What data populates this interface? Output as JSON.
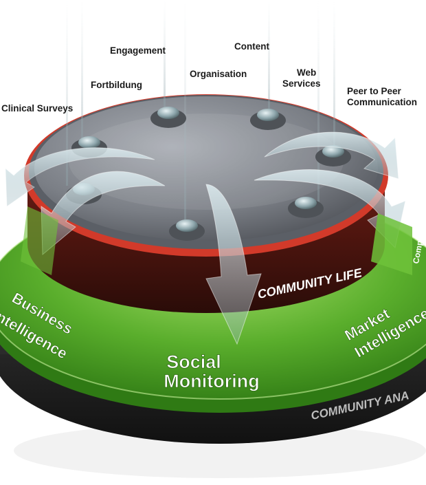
{
  "labels": {
    "engagement": "Engagement",
    "content": "Content",
    "fortbildung": "Fortbildung",
    "organisation": "Organisation",
    "web_services_line1": "Web",
    "web_services_line2": "Services",
    "peer_line1": "Peer to Peer",
    "peer_line2": "Communication",
    "clinical_surveys": "Clinical Surveys"
  },
  "ring_labels": {
    "social_line1": "Social",
    "social_line2": "Monitoring",
    "business_line1": "Business",
    "business_line2": "Intelligence",
    "market_line1": "Market",
    "market_line2": "Intelligence",
    "competitive": "Competitive",
    "community_life": "COMMUNITY LIFE",
    "community_analytics": "COMMUNITY ANA"
  },
  "colors": {
    "ring_green": "#5aae2c",
    "ring_green_light": "#8fd14f",
    "base_dark": "#2b2b2b",
    "drum_red": "#d23a2a",
    "lid_grey": "#7b7f86"
  }
}
